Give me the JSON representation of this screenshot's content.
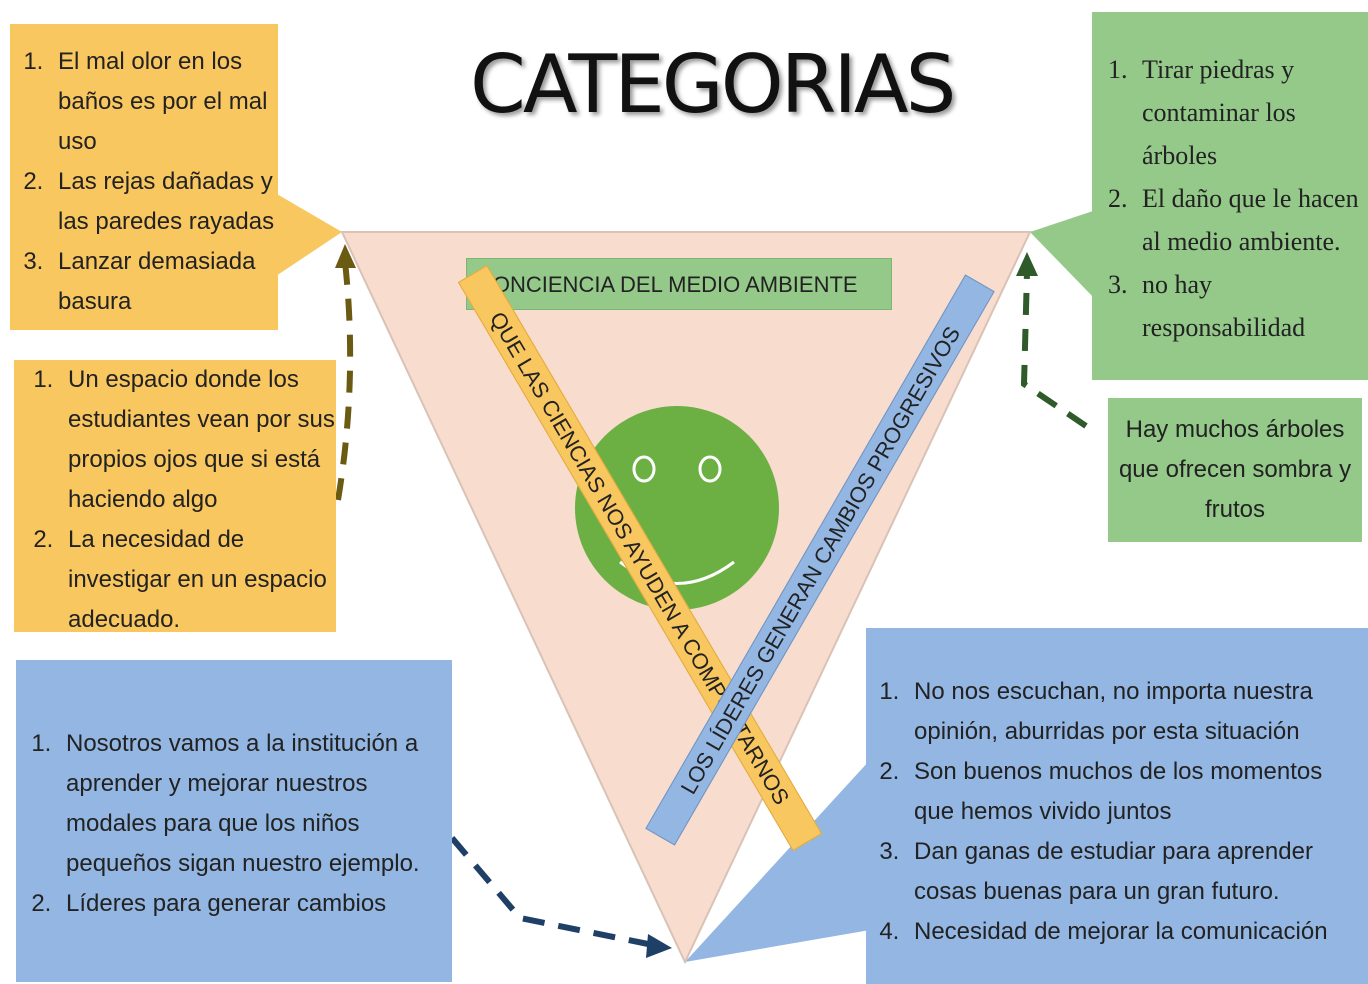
{
  "title": "CATEGORIAS",
  "center_label": "CONCIENCIA DEL MEDIO AMBIENTE",
  "left_side_label": "QUE LAS CIENCIAS NOS AYUDEN A COMPORTARNOS",
  "right_side_label": "LOS LÍDERES GENERAN CAMBIOS PROGRESIVOS",
  "colors": {
    "orange": "#f9c760",
    "green": "#94c98a",
    "blue": "#93b6e2",
    "triangle_fill": "#f8dccd",
    "smiley": "#6cb044",
    "arrow_olive": "#6b5a12",
    "arrow_green": "#2f5a2a",
    "arrow_navy": "#1e3f66"
  },
  "boxes": {
    "top_left": {
      "items": [
        "El mal olor en los baños es por el mal uso",
        "Las rejas dañadas y las paredes rayadas",
        "Lanzar demasiada basura"
      ]
    },
    "mid_left": {
      "items": [
        "Un espacio donde los estudiantes vean por sus propios ojos que si está haciendo algo",
        "La necesidad de investigar en un espacio adecuado."
      ]
    },
    "top_right": {
      "items": [
        "Tirar piedras y contaminar los árboles",
        "El daño que le hacen al medio ambiente.",
        "no hay responsabilidad"
      ]
    },
    "mid_right": {
      "text": "Hay muchos árboles que ofrecen sombra y frutos"
    },
    "bottom_left": {
      "items": [
        "Nosotros vamos a la institución a aprender y mejorar nuestros modales para que los niños pequeños sigan nuestro ejemplo.",
        "Líderes para generar cambios"
      ]
    },
    "bottom_right": {
      "items": [
        "No nos escuchan, no importa nuestra opinión, aburridas por esta situación",
        "Son buenos muchos de los momentos que hemos vivido juntos",
        "Dan ganas de estudiar para aprender cosas buenas para un gran futuro.",
        "Necesidad de mejorar la comunicación"
      ]
    }
  }
}
